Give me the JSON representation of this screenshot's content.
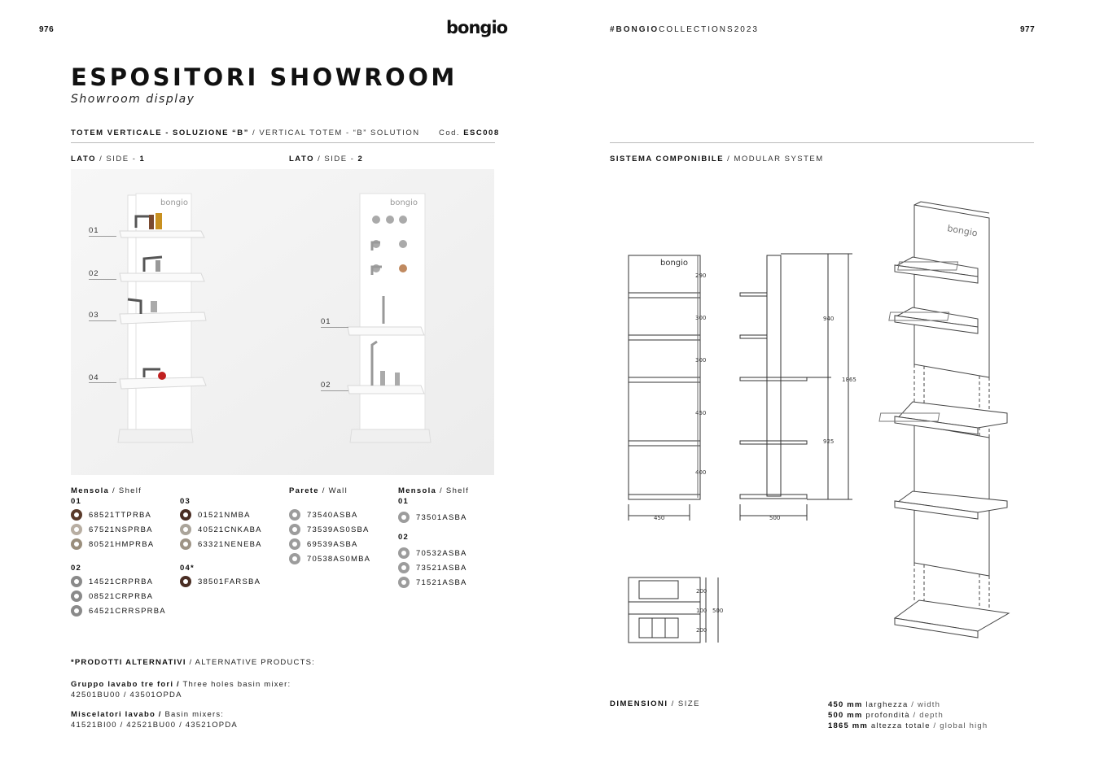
{
  "header": {
    "left_page_number": "976",
    "brand": "bongio",
    "hashtag_bold": "#BONGIO",
    "hashtag_rest": "COLLECTIONS2023",
    "right_page_number": "977"
  },
  "title": "ESPOSITORI SHOWROOM",
  "subtitle": "Showroom display",
  "product_heading": {
    "bold": "TOTEM VERTICALE - SOLUZIONE “B”",
    "rest": " / VERTICAL TOTEM - “B” SOLUTION",
    "code_label": "Cod. ",
    "code": "ESC008"
  },
  "sides": {
    "side1_bold": "LATO",
    "side1_rest": " / SIDE - ",
    "side1_num": "1",
    "side2_bold": "LATO",
    "side2_rest": " / SIDE - ",
    "side2_num": "2"
  },
  "photo_callouts": {
    "side1": [
      "01",
      "02",
      "03",
      "04"
    ],
    "side2": [
      "01",
      "02"
    ]
  },
  "side1_legend": {
    "heading_bold": "Mensola",
    "heading_rest": " / Shelf",
    "groups": [
      {
        "num": "01",
        "items": [
          {
            "code": "68521TTPRBA",
            "color": "#5a3a2a"
          },
          {
            "code": "67521NSPRBA",
            "color": "#b8aea2"
          },
          {
            "code": "80521HMPRBA",
            "color": "#9a8e7c"
          }
        ]
      },
      {
        "num": "02",
        "items": [
          {
            "code": "14521CRPRBA",
            "color": "#8a8a8a"
          },
          {
            "code": "08521CRPRBA",
            "color": "#8a8a8a"
          },
          {
            "code": "64521CRRSPRBA",
            "color": "#8a8a8a"
          }
        ]
      },
      {
        "num": "03",
        "items": [
          {
            "code": "01521NMBA",
            "color": "#4a2e24"
          },
          {
            "code": "40521CNKABA",
            "color": "#aaa49a"
          },
          {
            "code": "63321NENEBA",
            "color": "#9e9486"
          }
        ]
      },
      {
        "num": "04*",
        "items": [
          {
            "code": "38501FARSBA",
            "color": "#4a2e24"
          }
        ]
      }
    ]
  },
  "side2_legend": {
    "wall_heading_bold": "Parete",
    "wall_heading_rest": " / Wall",
    "wall_items": [
      "73540ASBA",
      "73539AS0SBA",
      "69539ASBA",
      "70538AS0MBA"
    ],
    "shelf_heading_bold": "Mensola",
    "shelf_heading_rest": " / Shelf",
    "shelf_groups": [
      {
        "num": "01",
        "items": [
          "73501ASBA"
        ]
      },
      {
        "num": "02",
        "items": [
          "70532ASBA",
          "73521ASBA",
          "71521ASBA"
        ]
      }
    ],
    "steel_color": "#9c9c9c"
  },
  "alternatives": {
    "heading_bold": "*PRODOTTI ALTERNATIVI",
    "heading_rest": " / ALTERNATIVE PRODUCTS:",
    "item1_bold": "Gruppo lavabo tre fori /",
    "item1_rest": " Three holes basin mixer:",
    "item1_codes": "42501BU00 / 43501OPDA",
    "item2_bold": "Miscelatori lavabo /",
    "item2_rest": " Basin mixers:",
    "item2_codes": "41521BI00 / 42521BU00 / 43521OPDA"
  },
  "modular": {
    "heading_bold": "SISTEMA COMPONIBILE",
    "heading_rest": " / MODULAR SYSTEM",
    "front_dims": [
      "290",
      "300",
      "300",
      "450",
      "400"
    ],
    "front_width": "450",
    "side_dims_upper": "940",
    "side_dims_lower": "925",
    "side_total": "1865",
    "side_width": "500",
    "plan_dims": [
      "200",
      "100",
      "200"
    ],
    "plan_total": "500",
    "drawing_brand": "bongio"
  },
  "dimensions": {
    "label_bold": "DIMENSIONI",
    "label_rest": " / SIZE",
    "rows": [
      {
        "value": "450 mm",
        "it": " larghezza",
        "en": " / width"
      },
      {
        "value": "500 mm",
        "it": " profondità",
        "en": " / depth"
      },
      {
        "value": "1865 mm",
        "it": " altezza totale",
        "en": " / global high"
      }
    ]
  }
}
